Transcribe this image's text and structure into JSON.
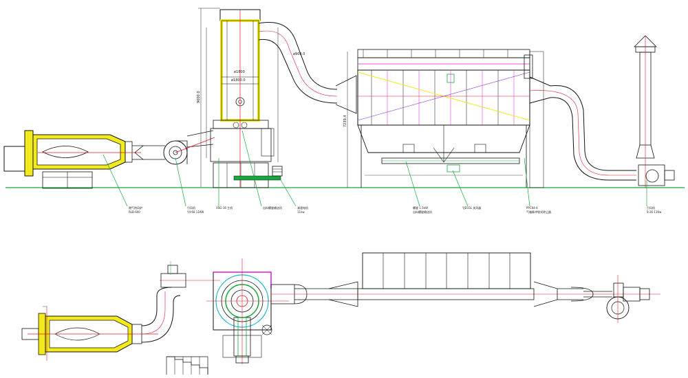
{
  "drawing": {
    "background": "#ffffff",
    "colors": {
      "outline": "#111111",
      "centerline": "#e0162b",
      "leader": "#16a83a",
      "dimension": "#222222",
      "yellow": "#f2ea1c",
      "magenta": "#d81bd8",
      "cyan": "#11b6c8",
      "purple": "#8c2fd6"
    }
  },
  "labels": {
    "top_dim_1": "ø1800",
    "top_dim_2": "ø1800.0",
    "top_dim_3": "ø900.0",
    "top_height": "9000.0",
    "filter_height": "7239.4"
  },
  "callouts": [
    {
      "id": "furnace",
      "line1": "燃气热风炉",
      "line2": "RLB-600"
    },
    {
      "id": "fan1",
      "line1": "引风机",
      "line2": "Y4-68 11KW"
    },
    {
      "id": "tower",
      "line1": "XSG-16 主机",
      "line2": ""
    },
    {
      "id": "screw1",
      "line1": "出料螺旋输送机",
      "line2": ""
    },
    {
      "id": "reducer",
      "line1": "减速电机",
      "line2": "11kw"
    },
    {
      "id": "screw2",
      "line1": "螺旋 1.5kW",
      "line2": "出料螺旋输送机"
    },
    {
      "id": "valve",
      "line1": "YJD15L 关风器",
      "line2": ""
    },
    {
      "id": "filter",
      "line1": "PPC64-4",
      "line2": "气箱脉冲袋式除尘器"
    },
    {
      "id": "fan2",
      "line1": "引风机",
      "line2": "9-26 11Kw"
    }
  ]
}
